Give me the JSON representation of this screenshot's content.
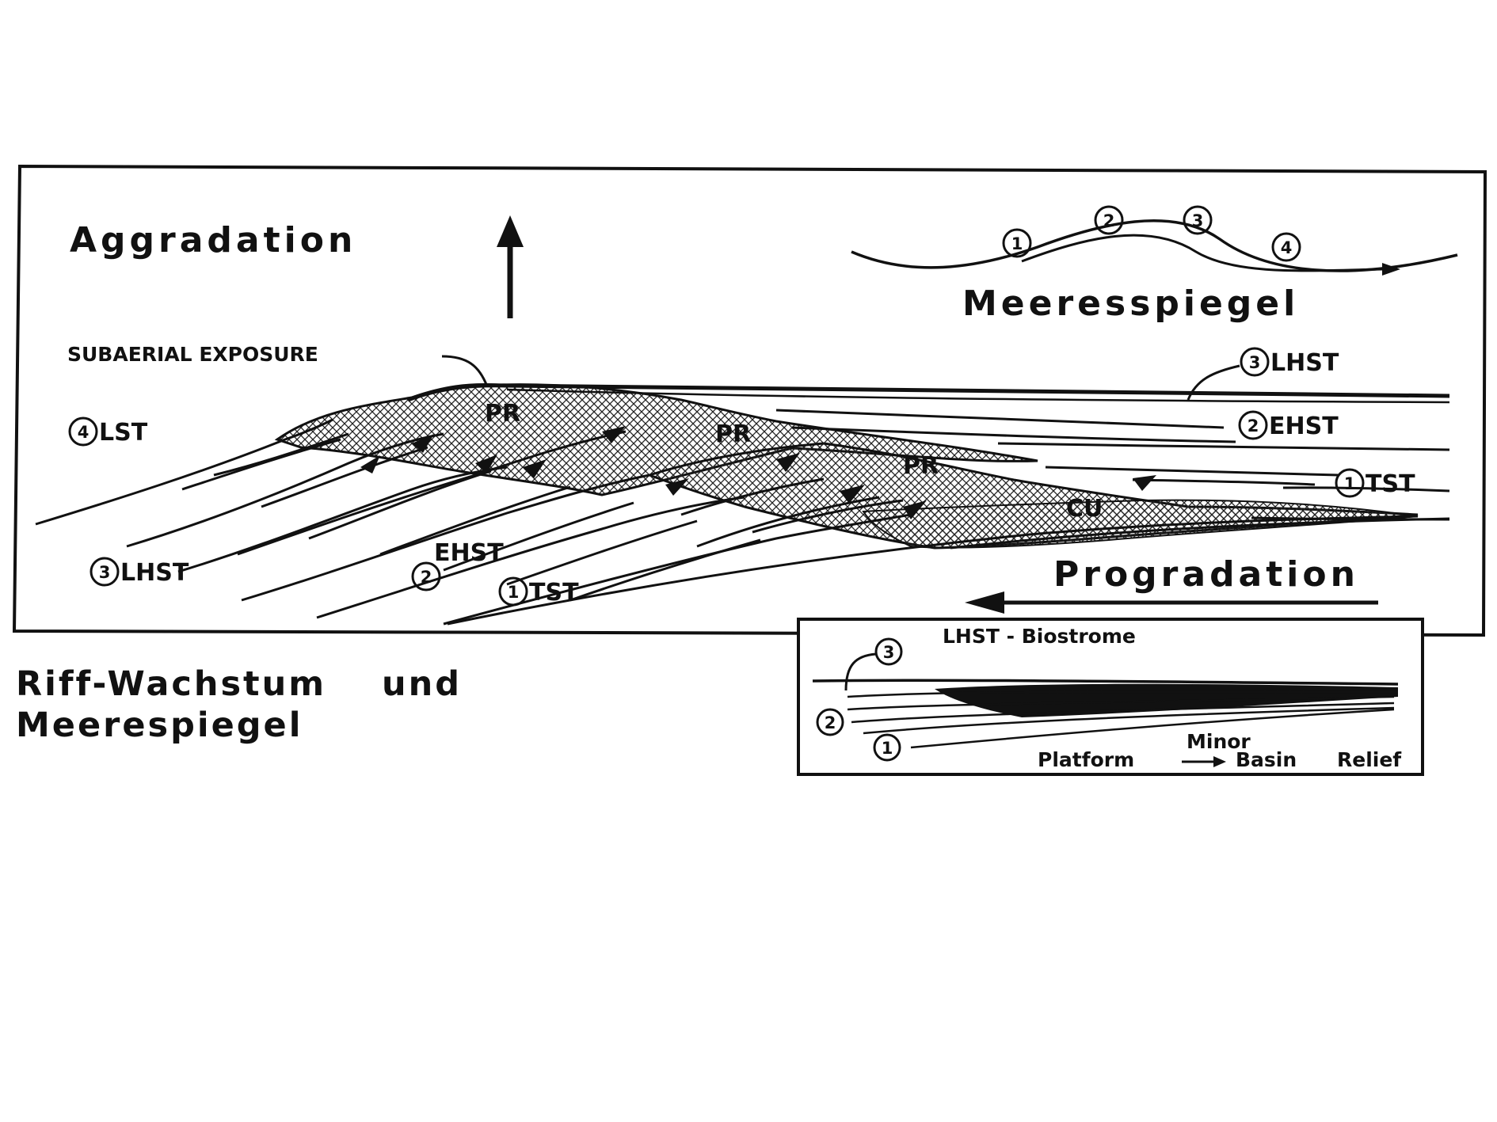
{
  "main_panel": {
    "aggradation": "Aggradation",
    "meeresspiegel": "Meeresspiegel",
    "subaerial_exposure": "SUBAERIAL EXPOSURE",
    "progradation": "Progradation",
    "sea_level_points": [
      "1",
      "2",
      "3",
      "4"
    ],
    "right_labels": [
      {
        "num": "3",
        "text": "LHST"
      },
      {
        "num": "2",
        "text": "EHST"
      },
      {
        "num": "1",
        "text": "TST"
      }
    ],
    "left_labels": [
      {
        "num": "4",
        "text": "LST"
      },
      {
        "num": "3",
        "text": "LHST"
      }
    ],
    "bottom_labels": {
      "ehst": "EHST",
      "ehst_num": "2",
      "tst": "TST",
      "tst_num": "1"
    },
    "facies": {
      "pr1": "PR",
      "pr2": "PR",
      "pr3": "PR",
      "cu": "CU"
    }
  },
  "inset": {
    "title": "LHST - Biostrome",
    "nums": [
      "3",
      "2",
      "1"
    ],
    "platform": "Platform",
    "minor": "Minor",
    "basin": "Basin",
    "relief": "Relief"
  },
  "caption": {
    "line1_a": "Riff-Wachstum",
    "line1_b": "und",
    "line2": "Meerespiegel"
  }
}
